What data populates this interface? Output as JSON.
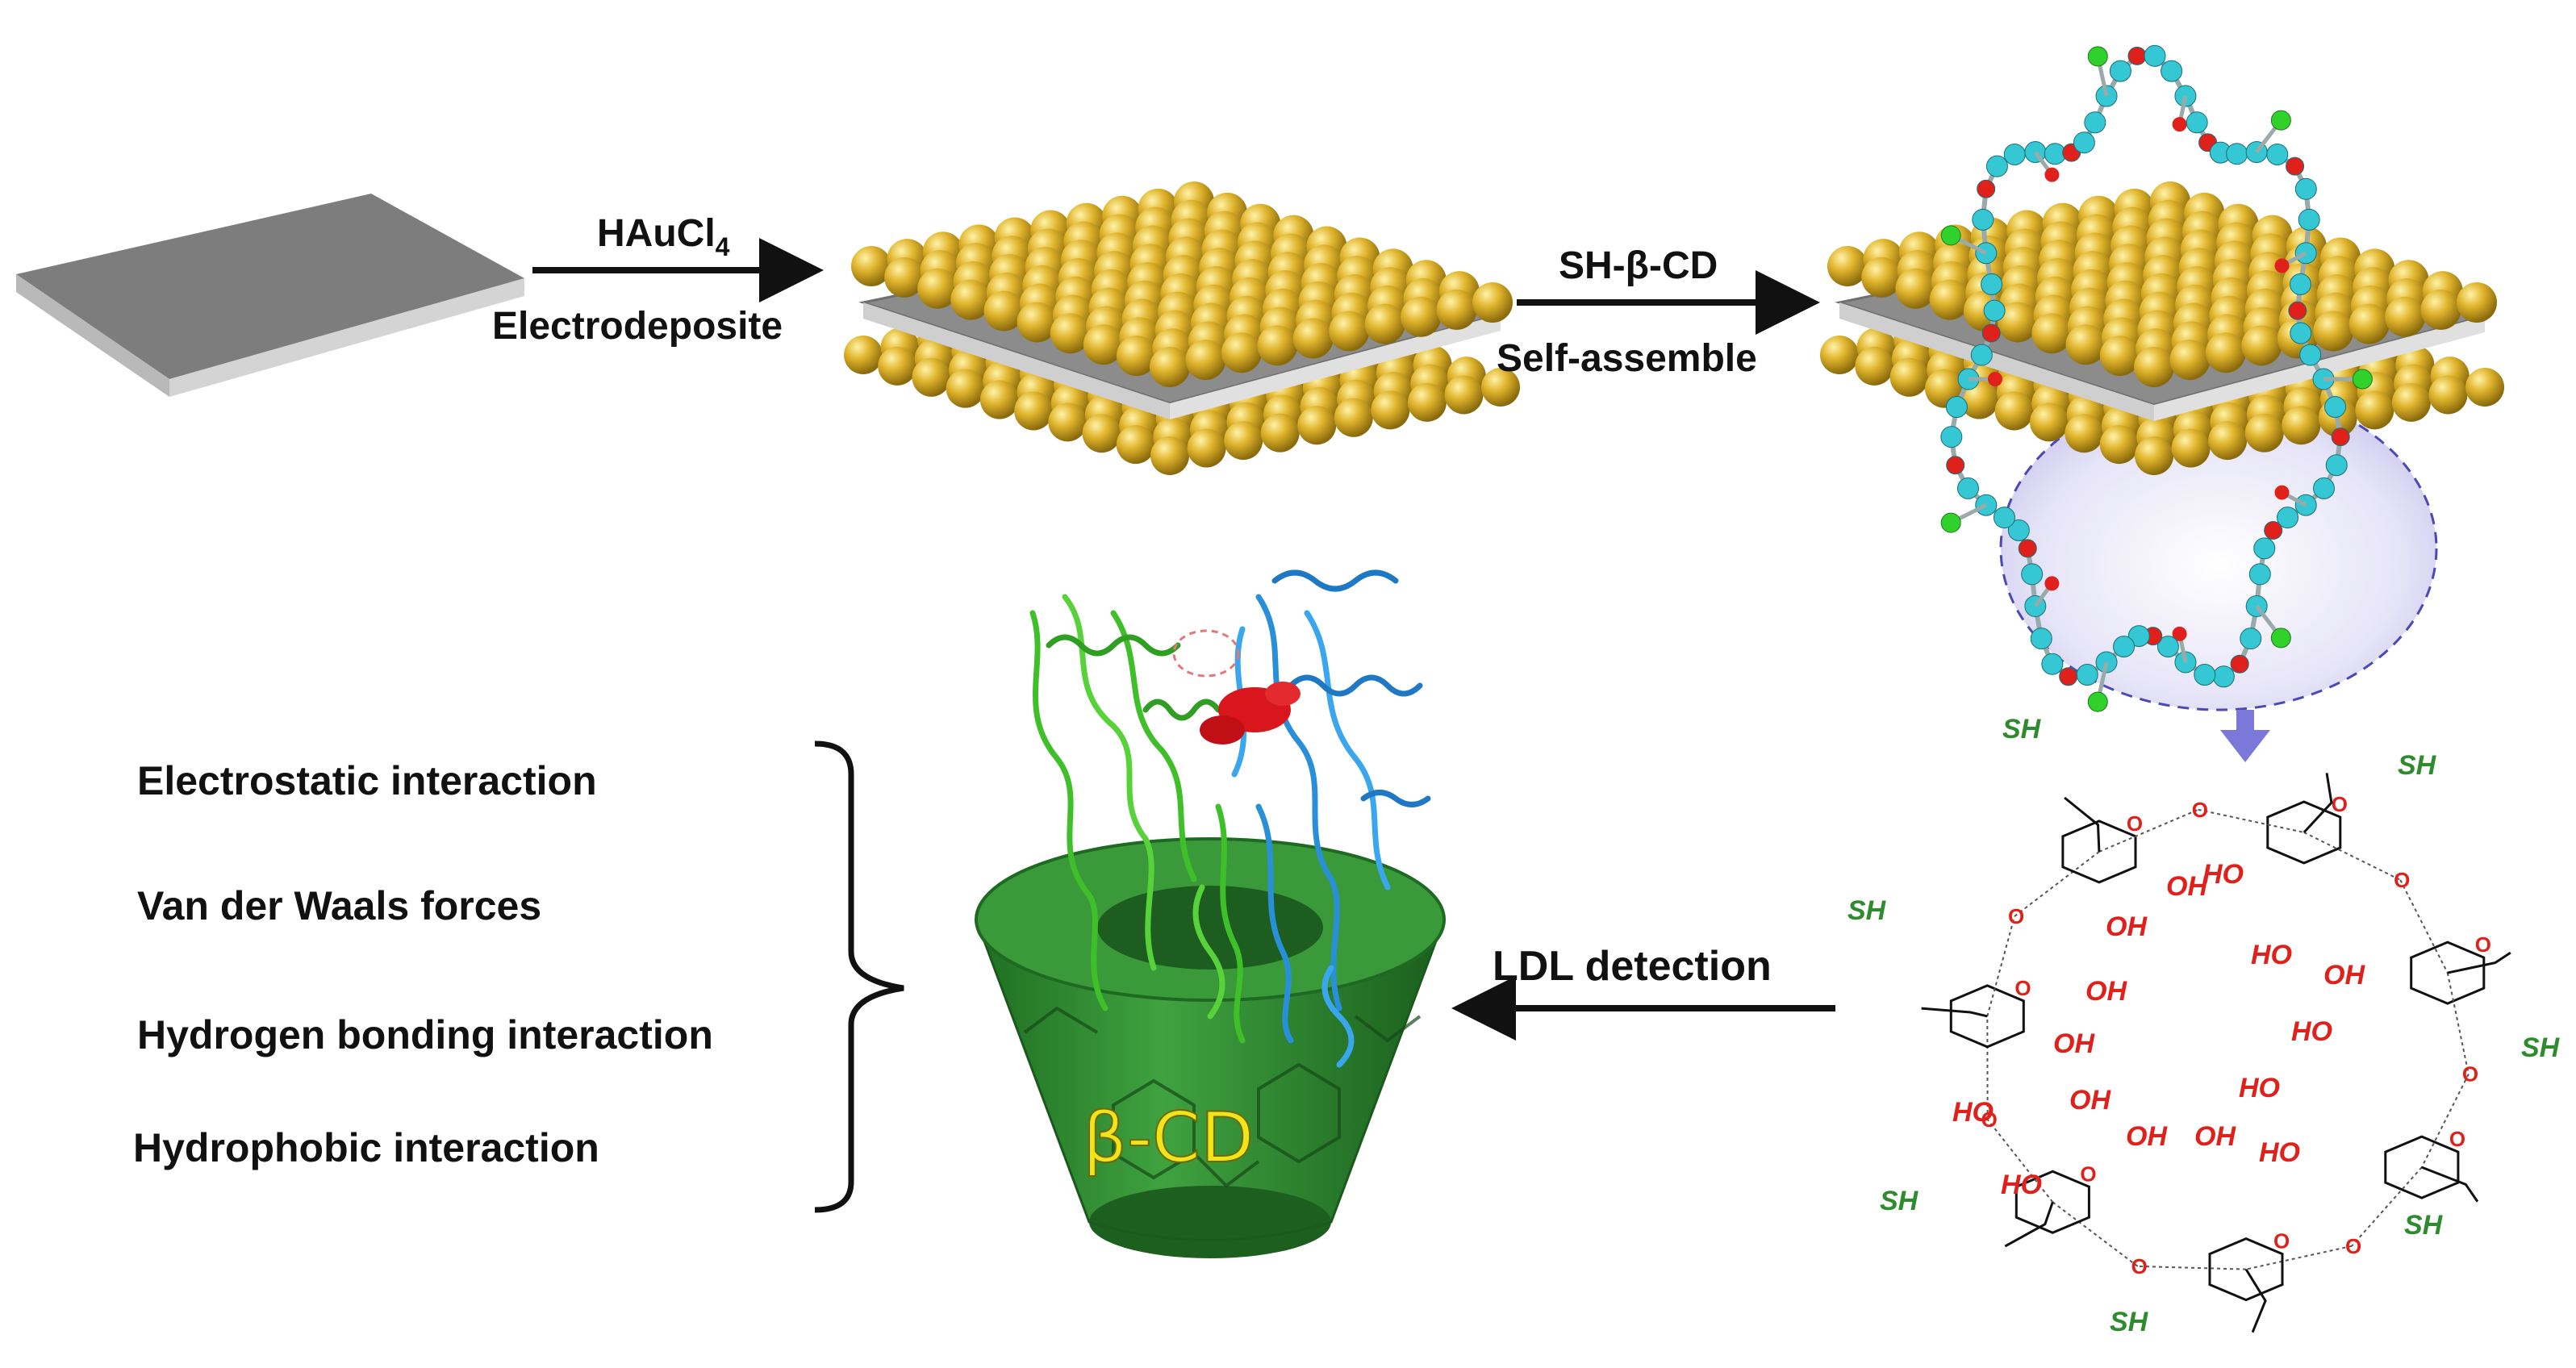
{
  "steps": {
    "step1_reagent": "HAuCl",
    "step1_reagent_sub": "4",
    "step1_process": "Electrodeposite",
    "step2_reagent": "SH-β-CD",
    "step2_process": "Self-assemble",
    "step3_process": "LDL detection"
  },
  "interactions": [
    "Electrostatic interaction",
    "Van der Waals forces",
    "Hydrogen bonding interaction",
    "Hydrophobic interaction"
  ],
  "cup_label": "β-CD",
  "structure_labels": {
    "thiol": "SH",
    "hydroxyl": "OH",
    "hydroxyl_alt": "HO",
    "oxygen": "O"
  },
  "colors": {
    "gold": "#d6aa22",
    "substrate": "#8c8c8c",
    "cup_green": "#2f8f2f",
    "oxygen_red": "#e0201b",
    "thiol_green": "#2e8b2e",
    "carbon_cyan": "#35c7d4",
    "arrow_purple": "#7a78d8",
    "cup_text_yellow": "#f2e41b"
  }
}
